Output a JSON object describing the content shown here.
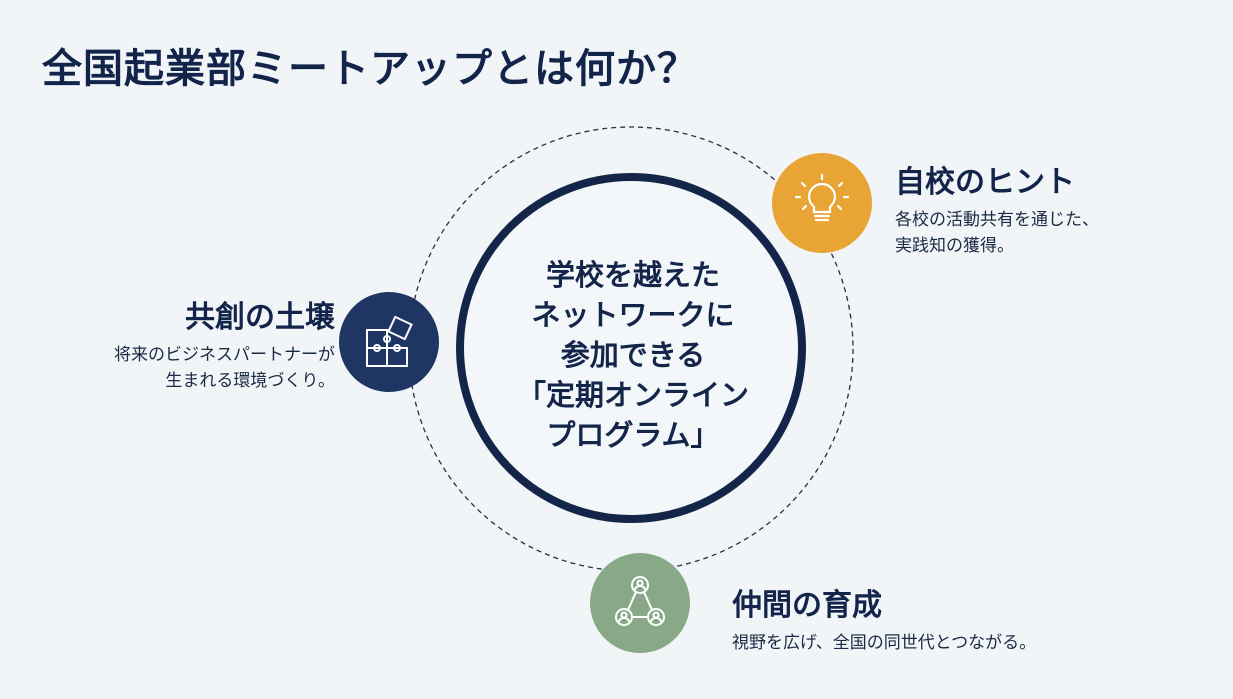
{
  "title": "全国起業部ミートアップとは何か？",
  "center": {
    "lines": [
      "学校を越えた",
      "ネットワークに",
      "参加できる",
      "「定期オンライン",
      "プログラム」"
    ]
  },
  "nodes": [
    {
      "id": "hint",
      "icon": "lightbulb-icon",
      "color": "#e8a535",
      "heading": "自校のヒント",
      "desc_lines": [
        "各校の活動共有を通じた、",
        "実践知の獲得。"
      ]
    },
    {
      "id": "soil",
      "icon": "puzzle-icon",
      "color": "#1f3563",
      "heading": "共創の土壌",
      "desc_lines": [
        "将来のビジネスパートナーが",
        "生まれる環境づくり。"
      ]
    },
    {
      "id": "peers",
      "icon": "people-network-icon",
      "color": "#88a887",
      "heading": "仲間の育成",
      "desc_lines": [
        "視野を広げ、全国の同世代とつながる。"
      ]
    }
  ],
  "colors": {
    "navy": "#14254a",
    "background": "#f1f5f7"
  }
}
